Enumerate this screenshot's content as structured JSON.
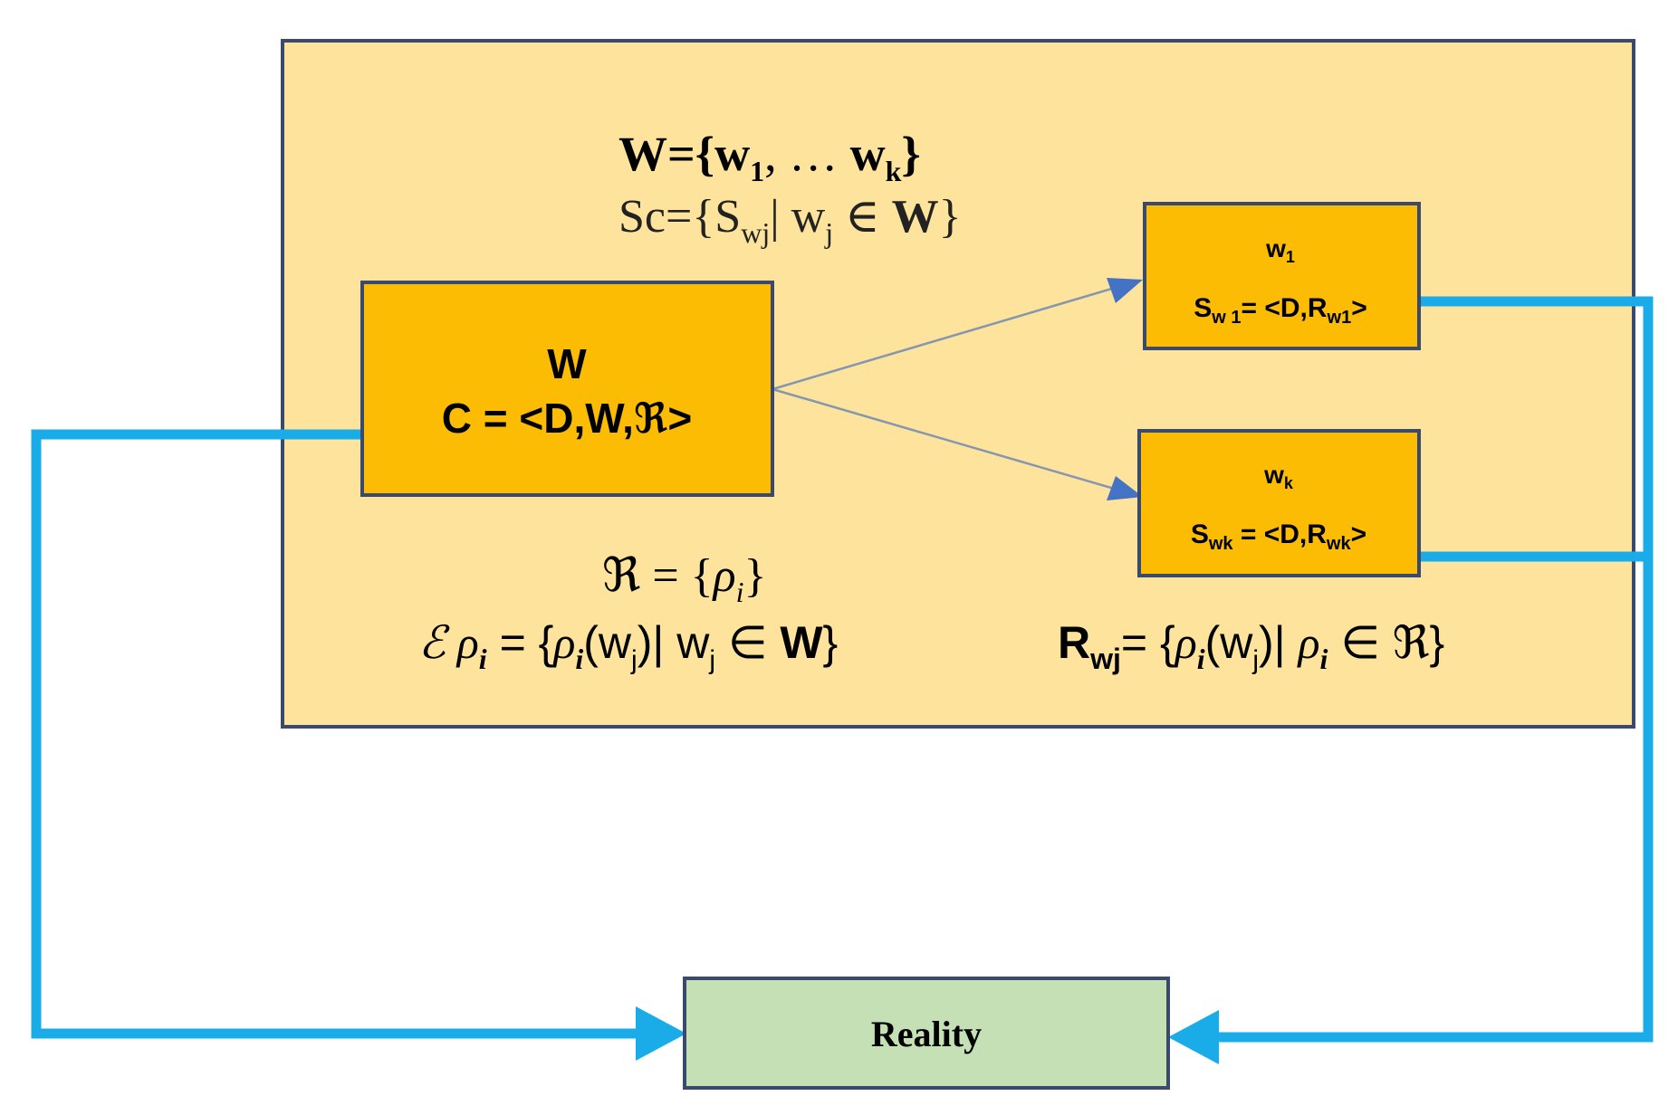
{
  "colors": {
    "outer_fill": "#FDE39B",
    "outer_stroke": "#3A4A6E",
    "box_fill": "#FBBC03",
    "box_stroke": "#3A4A6E",
    "reality_fill": "#C5E0B4",
    "reality_stroke": "#3A4A6E",
    "connector": "#1AACE8",
    "thin_arrow": "#8496B0",
    "arrowhead_thin": "#4472C4"
  },
  "header": {
    "set_w": {
      "lhs": "W",
      "open": "={",
      "w1_base": "w",
      "w1_sub": "1",
      "mid": ", … ",
      "wk_base": "w",
      "wk_sub": "k",
      "close": "}"
    },
    "set_sc": {
      "lhs": "Sc={S",
      "s_sub": "wj",
      "mid": "| w",
      "w_sub": "j",
      "in": " ∈ ",
      "W": "W",
      "close": "}"
    }
  },
  "main_box": {
    "title": "W",
    "formula": "C = <D,W,ℜ>"
  },
  "box_w1": {
    "title_base": "w",
    "title_sub": "1",
    "s_base": "S",
    "s_sub": "w 1",
    "s_mid": "= <D,R",
    "r_sub": "w1",
    "s_end": ">"
  },
  "box_wk": {
    "title_base": "w",
    "title_sub": "k",
    "s_base": "S",
    "s_sub": "wk",
    "s_mid": " = <D,R",
    "r_sub": "wk",
    "s_end": ">"
  },
  "footer_left": {
    "line1": {
      "lhs": "ℜ",
      "eq": " = {",
      "rho": "ρ",
      "rho_sub": "i",
      "close": "}"
    },
    "line2": {
      "script_e": "ℰ ",
      "rho": "ρ",
      "rho_sub": "i",
      "eq": " = {",
      "rho2": "ρ",
      "rho2_sub": "i",
      "arg": "(w",
      "arg_sub": "j",
      "mid": ")| w",
      "w_sub": "j",
      "in": " ∈ ",
      "W": "W",
      "close": "}"
    }
  },
  "footer_right": {
    "R": "R",
    "R_sub": "wj",
    "eq": "= {",
    "rho": "ρ",
    "rho_sub": "i",
    "arg": "(w",
    "arg_sub": "j",
    "mid": ")| ",
    "rho2": "ρ",
    "rho2_sub": "i",
    "in": " ∈ ℜ",
    "close": "}"
  },
  "reality": {
    "label": "Reality"
  }
}
